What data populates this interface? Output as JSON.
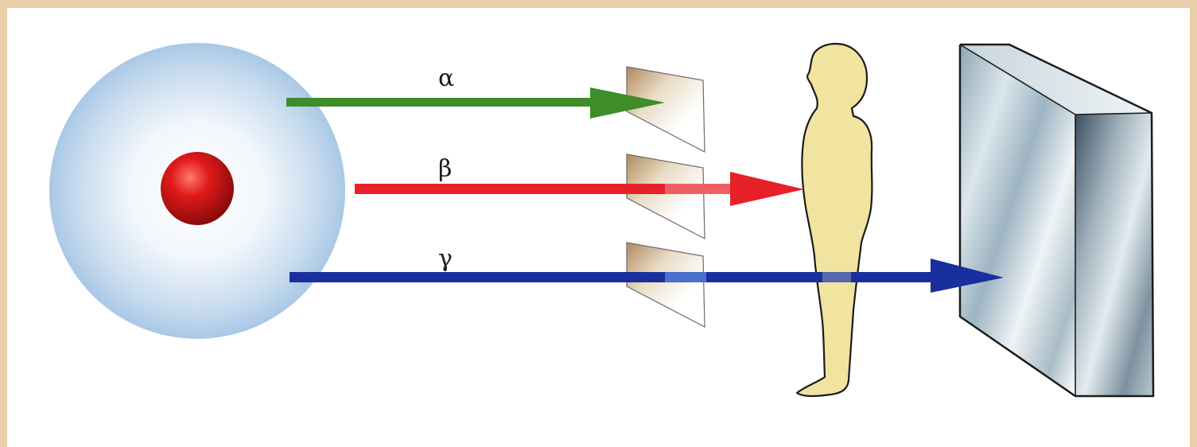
{
  "labels": {
    "alpha": "α",
    "beta": "β",
    "gamma": "γ"
  },
  "colors": {
    "alpha": "#3f8c2a",
    "beta": "#e8202a",
    "gamma": "#1a2f9e",
    "nucleus": "#d01818",
    "body": "#f1e3a0",
    "frame": "#e8cfa9"
  },
  "icons": {
    "source": "atom-icon",
    "paper": "paper-sheet-icon",
    "person": "human-body-icon",
    "block": "concrete-block-icon"
  }
}
